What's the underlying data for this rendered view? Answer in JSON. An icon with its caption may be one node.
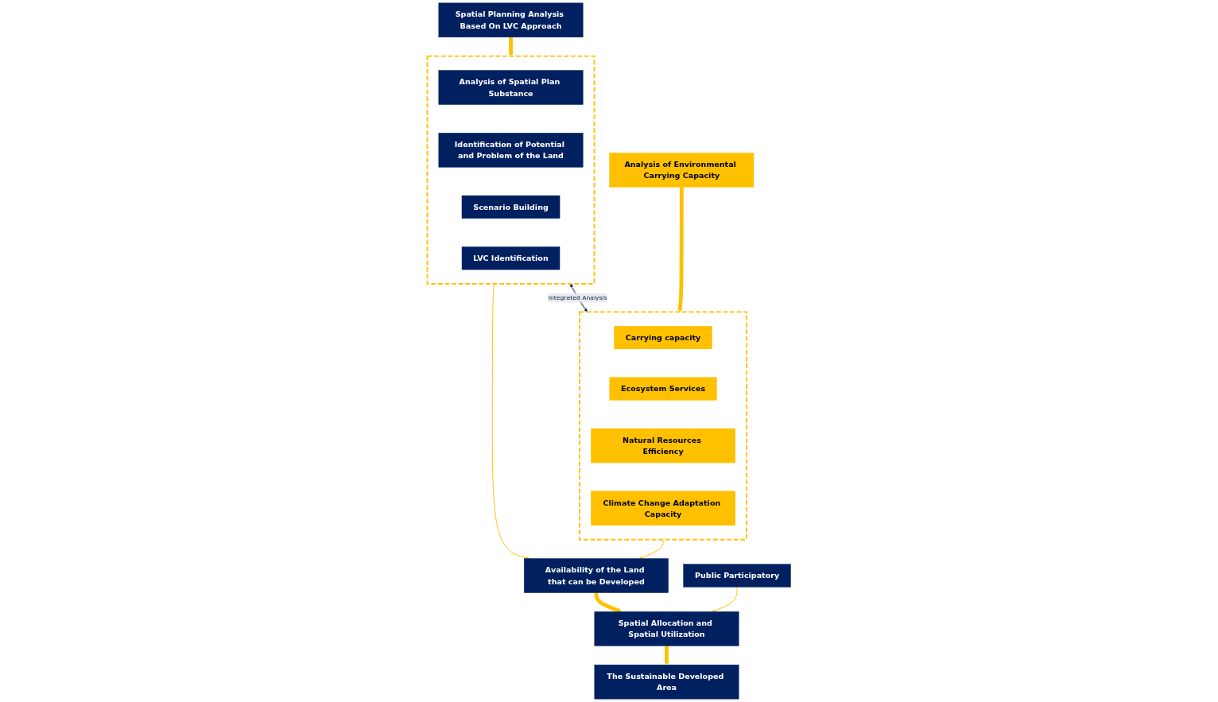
{
  "diagram": {
    "nodes": [
      {
        "text": [
          "Spatial Planning Analysis Based On LVC Approach"
        ]
      },
      {
        "text": [],
        "shape": "box"
      },
      {
        "text": [
          "Analysis of Spatial Plan Substance"
        ],
        "in": 1
      },
      {
        "text": [
          "Identification of Potential and Problem of the Land"
        ],
        "in": 1
      },
      {
        "text": [
          "Scenario Building"
        ],
        "in": 1
      },
      {
        "text": [
          "LVC Identification"
        ],
        "in": 1
      },
      {
        "text": [
          "Analysis of Environmental Carrying Capacity"
        ]
      },
      {
        "text": [],
        "shape": "box"
      },
      {
        "text": [
          "Carrying capacity"
        ],
        "in": 7
      },
      {
        "text": [
          "Ecosystem Services"
        ],
        "in": 7
      },
      {
        "text": [
          "Natural Resources Efficiency"
        ],
        "in": 7
      },
      {
        "text": [
          "Climate Change Adaptation Capacity"
        ],
        "in": 7
      },
      {
        "text": [
          "Availability of the Land that can be Developed"
        ]
      },
      {
        "text": [
          "Spatial Allocation and Spatial Utilization"
        ]
      },
      {
        "text": [
          "Public Participatory"
        ]
      },
      {
        "text": [
          "The Sustainable Developed Area"
        ]
      }
    ],
    "edges": [
      {
        "from": 0,
        "to": 1,
        "arrow": "to",
        "style": "thick"
      },
      {
        "from": 6,
        "to": 7,
        "arrow": "to",
        "style": "thick"
      },
      {
        "from": 1,
        "to": 7,
        "arrow": "both",
        "style": "dashed",
        "color": "#002060",
        "label": "Integrated Analysis"
      },
      {
        "from": 1,
        "to": 12,
        "arrow": "to"
      },
      {
        "from": 7,
        "to": 12,
        "arrow": "to"
      },
      {
        "from": 12,
        "to": 13,
        "arrow": "to",
        "style": "thick"
      },
      {
        "from": 14,
        "to": 13,
        "arrow": "to"
      },
      {
        "from": 13,
        "to": 15,
        "arrow": "to",
        "style": "thick"
      }
    ]
  }
}
